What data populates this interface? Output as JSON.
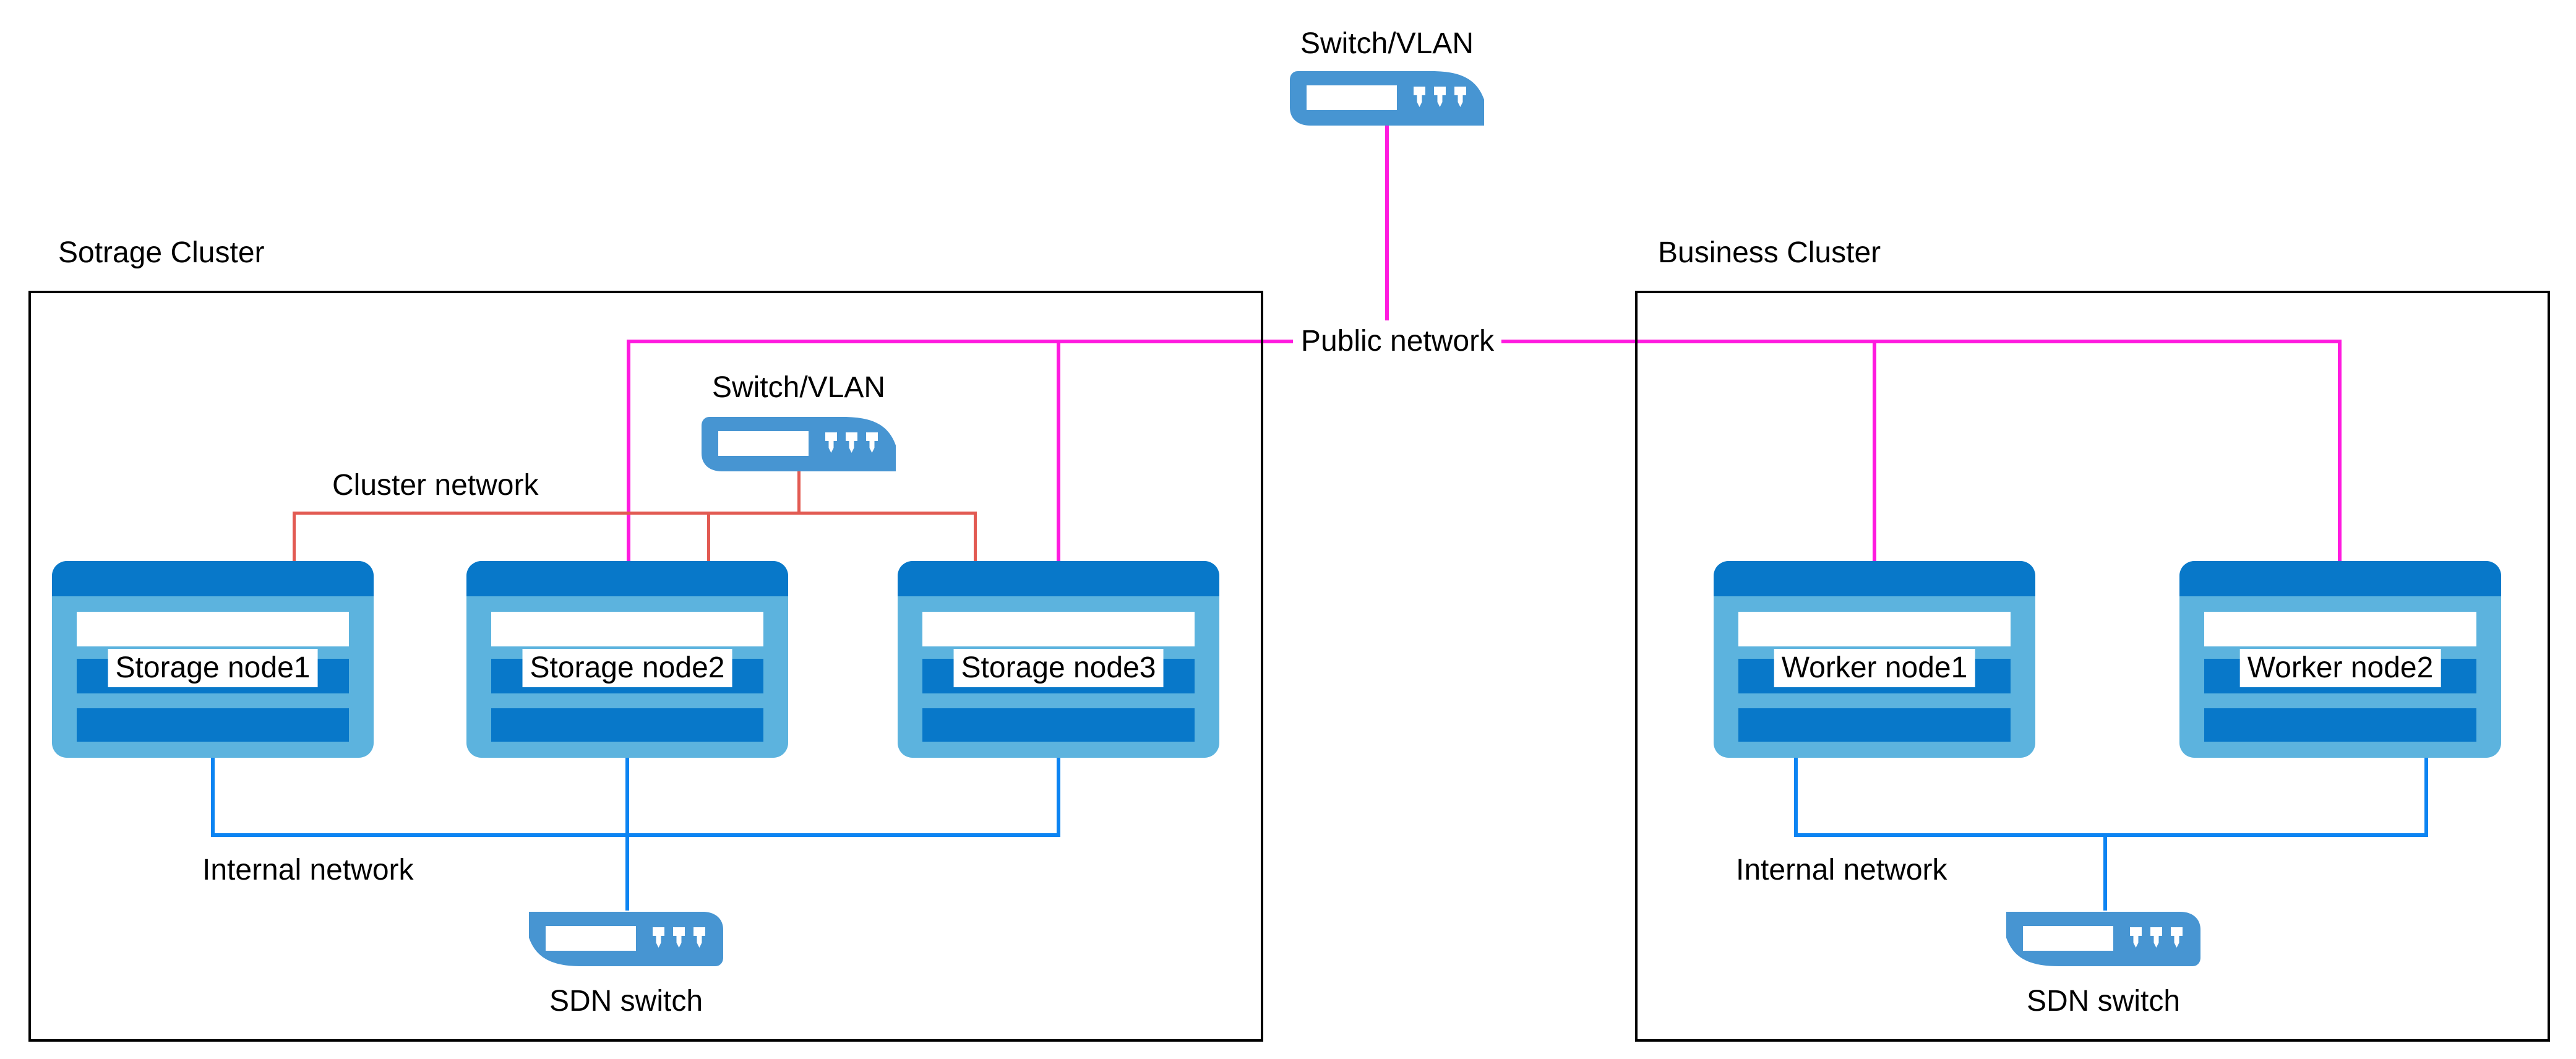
{
  "top_switch": {
    "label": "Switch/VLAN"
  },
  "public_network": {
    "label": "Public network"
  },
  "storage_cluster": {
    "title": "Sotrage Cluster",
    "switch_label": "Switch/VLAN",
    "cluster_network_label": "Cluster network",
    "internal_network_label": "Internal network",
    "sdn_switch_label": "SDN switch",
    "nodes": [
      "Storage node1",
      "Storage node2",
      "Storage node3"
    ]
  },
  "business_cluster": {
    "title": "Business Cluster",
    "internal_network_label": "Internal network",
    "sdn_switch_label": "SDN switch",
    "nodes": [
      "Worker node1",
      "Worker node2"
    ]
  },
  "colors": {
    "magenta": "#FF1ADF",
    "red": "#E25A52",
    "blue": "#0C84F2",
    "switch_blue": "#4795D2",
    "node_light": "#5CB3DE",
    "node_dark": "#0878C9",
    "border_black": "#000000"
  }
}
